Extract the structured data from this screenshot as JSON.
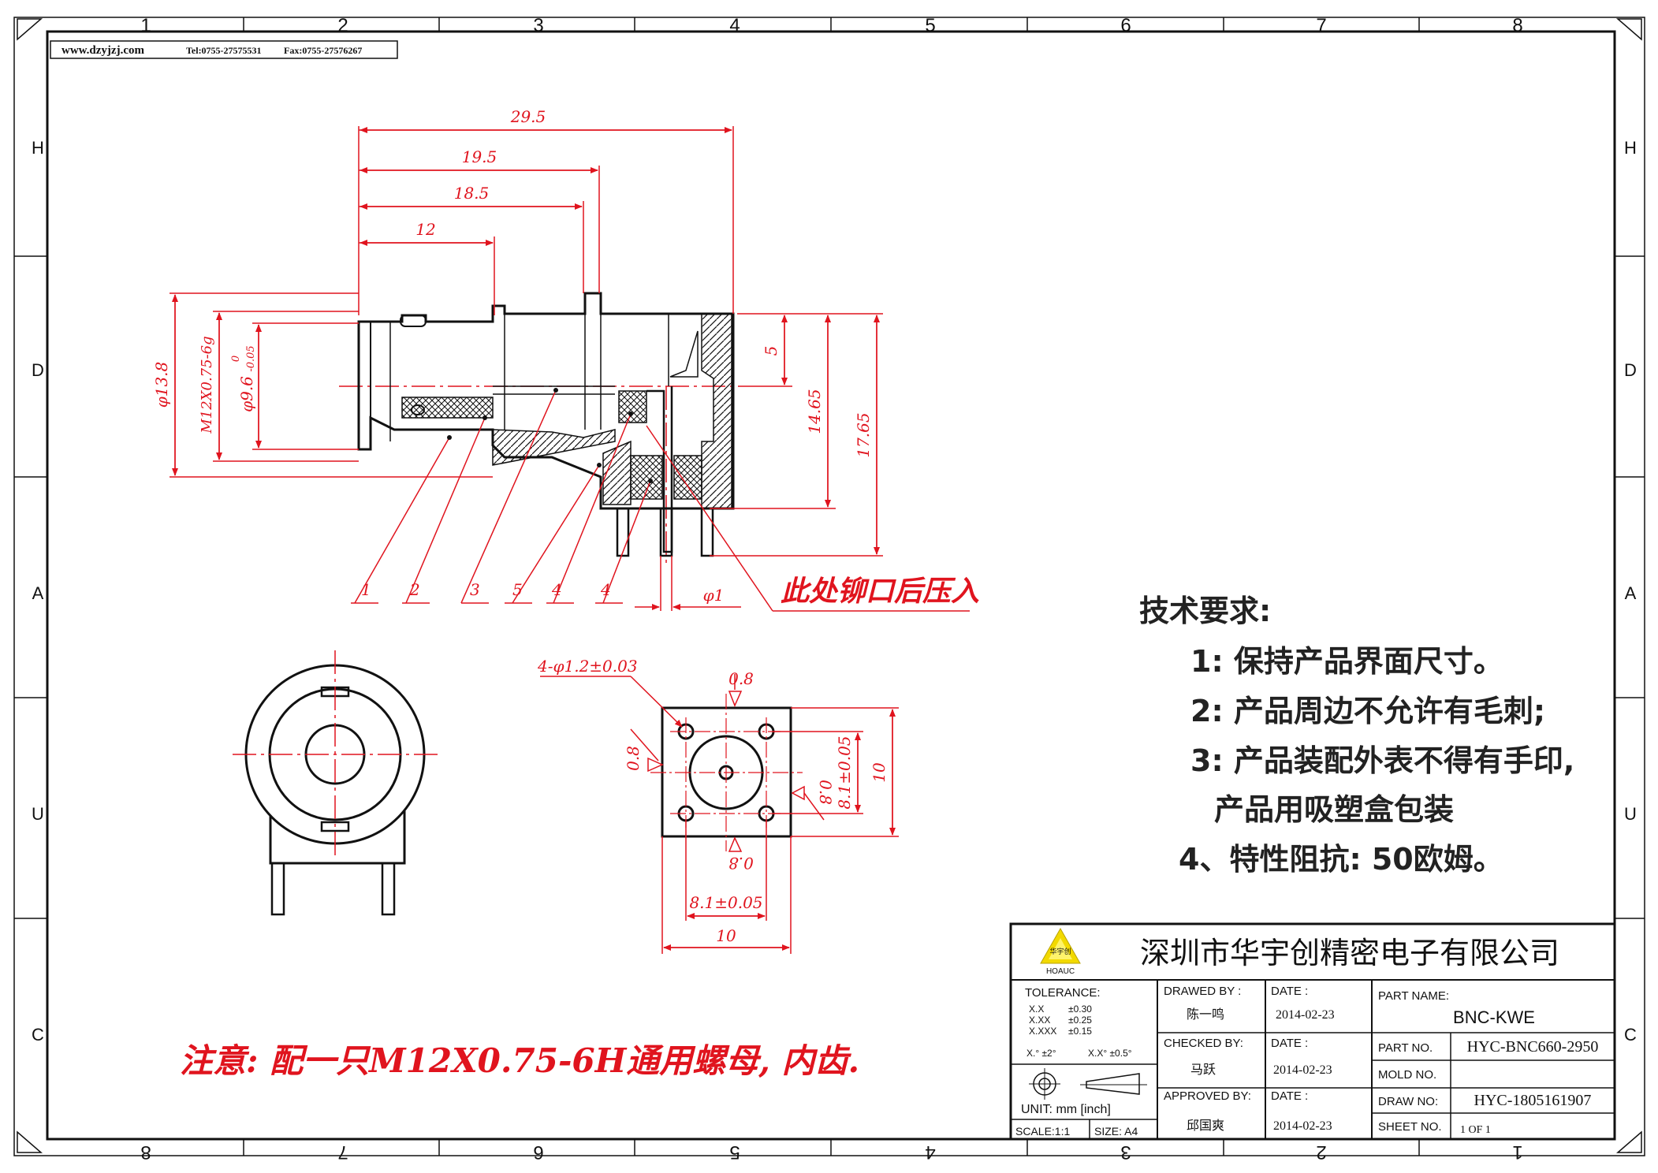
{
  "header": {
    "website": "www.dzyjzj.com",
    "tel": "Tel:0755-27575531",
    "fax": "Fax:0755-27576267"
  },
  "frame": {
    "top_numbers": [
      "1",
      "2",
      "3",
      "4",
      "5",
      "6",
      "7",
      "8"
    ],
    "bottom_numbers": [
      "8",
      "7",
      "6",
      "5",
      "4",
      "3",
      "2",
      "1"
    ],
    "side_letters": [
      "H",
      "D",
      "A",
      "U",
      "C"
    ]
  },
  "side_view": {
    "dimensions": {
      "d29_5": "29.5",
      "d19_5": "19.5",
      "d18_5": "18.5",
      "d12": "12",
      "d5": "5",
      "d14_65": "14.65",
      "d17_65": "17.65",
      "phi13_8": "φ13.8",
      "thread": "M12X0.75-6g",
      "phi9_6": "φ9.6",
      "tol_top": "0",
      "tol_bottom": "-0.05",
      "phi1": "φ1"
    },
    "callouts": [
      "1",
      "2",
      "3",
      "5",
      "4",
      "4"
    ],
    "note": "此处铆口后压入"
  },
  "bottom_view": {
    "dimensions": {
      "holes": "4-φ1.2±0.03",
      "d08_top": "0.8",
      "d08_left": "0.8",
      "d08_right": "0.8",
      "d08_bottom": "0.8",
      "d81_v": "8.1±0.05",
      "d10_v": "10",
      "d81_h": "8.1±0.05",
      "d10_h": "10"
    }
  },
  "requirements": {
    "title": "技术要求:",
    "items": [
      "1: 保持产品界面尺寸。",
      "2: 产品周边不允许有毛刺;",
      "3: 产品装配外表不得有手印,",
      "产品用吸塑盒包装",
      "4、特性阻抗: 50欧姆。"
    ]
  },
  "footnote": "注意: 配一只M12X0.75-6H通用螺母, 内齿.",
  "title_block": {
    "logo_text": "华宇创",
    "logo_sub": "HOAUC",
    "company": "深圳市华宇创精密电子有限公司",
    "tolerance_label": "TOLERANCE:",
    "tolerances": [
      {
        "k": "X.X",
        "v": "±0.30"
      },
      {
        "k": "X.XX",
        "v": "±0.25"
      },
      {
        "k": "X.XXX",
        "v": "±0.15"
      }
    ],
    "angle_tol_1": "X.° ±2°",
    "angle_tol_2": "X.X° ±0.5°",
    "unit": "UNIT:  mm  [inch]",
    "scale": "SCALE:1:1",
    "size": "SIZE: A4",
    "drawed_label": "DRAWED BY :",
    "drawed_name": "陈一鸣",
    "checked_label": "CHECKED BY:",
    "checked_name": "马跃",
    "approved_label": "APPROVED BY:",
    "approved_name": "邱国爽",
    "date_label": "DATE :",
    "date1": "2014-02-23",
    "date2": "2014-02-23",
    "date3": "2014-02-23",
    "part_name_label": "PART NAME:",
    "part_name": "BNC-KWE",
    "part_no_label": "PART NO.",
    "part_no": "HYC-BNC660-2950",
    "mold_no_label": "MOLD NO.",
    "mold_no": "",
    "draw_no_label": "DRAW NO:",
    "draw_no": "HYC-1805161907",
    "sheet_no_label": "SHEET NO.",
    "sheet_no": "1 OF 1"
  }
}
